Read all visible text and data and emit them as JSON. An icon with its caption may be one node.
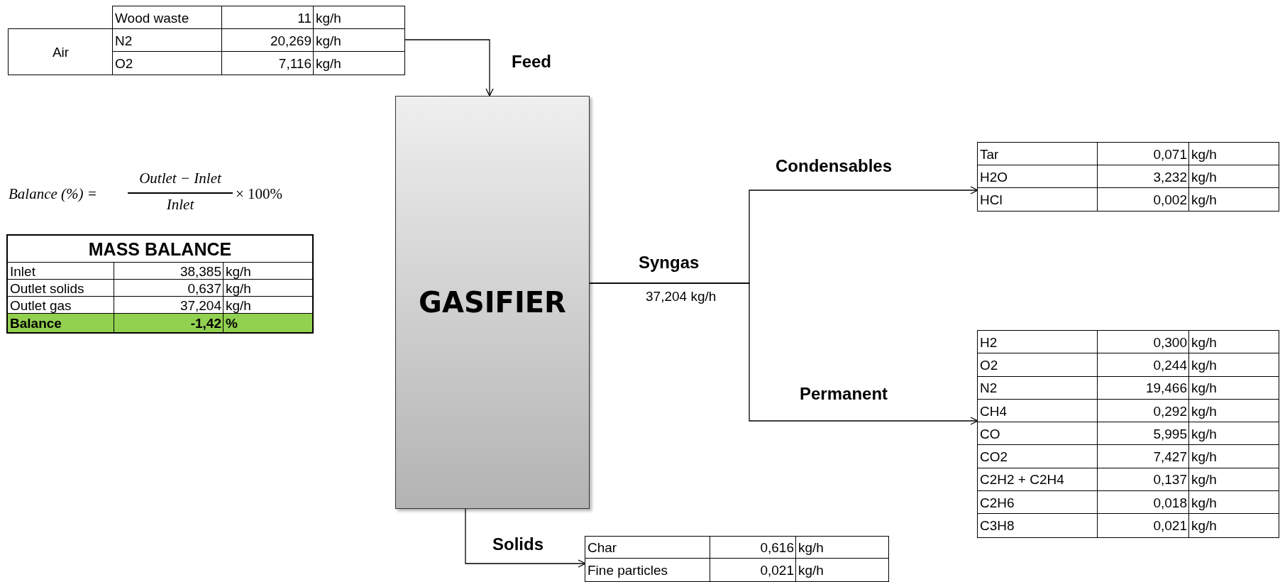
{
  "diagram": {
    "nodes": [
      {
        "text": [
          "Wood waste",
          "11",
          "kg/h",
          "Air",
          "N2",
          "20,269",
          "kg/h",
          "O2",
          "7,116",
          "kg/h"
        ]
      },
      {
        "text": [
          "MASS BALANCE",
          "Inlet",
          "38,385",
          "kg/h",
          "Outlet solids",
          "0,637",
          "kg/h",
          "Outlet gas",
          "37,204",
          "kg/h",
          "Balance",
          "-1,42",
          "%"
        ]
      },
      {
        "text": [
          "GASIFIER"
        ]
      },
      {
        "text": [
          "Tar",
          "0,071",
          "kg/h",
          "H2O",
          "3,232",
          "kg/h",
          "HCl",
          "0,002",
          "kg/h"
        ]
      },
      {
        "text": [
          "H2",
          "0,300",
          "kg/h",
          "O2",
          "0,244",
          "kg/h",
          "N2",
          "19,466",
          "kg/h",
          "CH4",
          "0,292",
          "kg/h",
          "CO",
          "5,995",
          "kg/h",
          "CO2",
          "7,427",
          "kg/h",
          "C2H2 + C2H4",
          "0,137",
          "kg/h",
          "C2H6",
          "0,018",
          "kg/h",
          "C3H8",
          "0,021",
          "kg/h"
        ]
      },
      {
        "text": [
          "Char",
          "0,616",
          "kg/h",
          "Fine particles",
          "0,021",
          "kg/h"
        ]
      }
    ],
    "edges": [
      {
        "from": 0,
        "to": 2,
        "arrow": "to",
        "label": "Feed"
      },
      {
        "from": 2,
        "to": 3,
        "arrow": "to",
        "label": "Condensables"
      },
      {
        "from": 2,
        "to": 4,
        "arrow": "to",
        "label": "Permanent"
      },
      {
        "from": 2,
        "to": 5,
        "arrow": "to",
        "label": "Solids"
      }
    ],
    "labels": [
      "Balance (%) =",
      "Outlet − Inlet",
      "Inlet",
      "× 100%",
      "Syngas",
      "37,204 kg/h"
    ]
  }
}
